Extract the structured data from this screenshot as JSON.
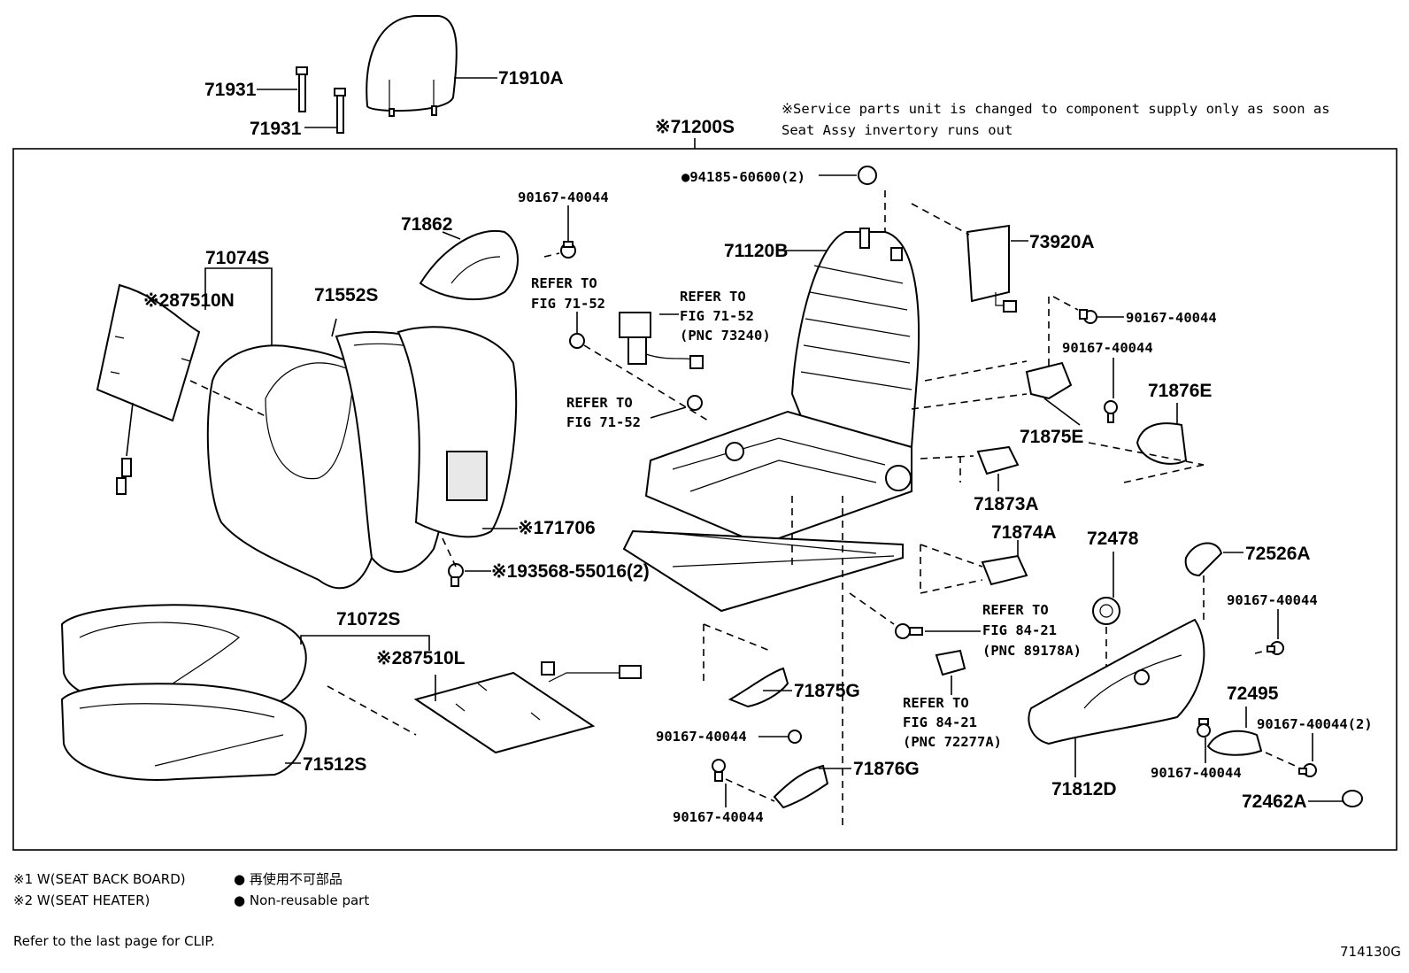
{
  "labels": {
    "p71931a": "71931",
    "p71931b": "71931",
    "p71910A": "71910A",
    "p71200S": "※71200S",
    "service_note_1": "※Service parts unit is changed to component supply only as soon as",
    "service_note_2": "Seat Assy invertory runs out",
    "p94185": "●94185-60600(2)",
    "p90167_a": "90167-40044",
    "p71862": "71862",
    "p71074S": "71074S",
    "p87510N": "※287510N",
    "p71552S": "71552S",
    "refer_7152_a_1": "REFER TO",
    "refer_7152_a_2": "FIG 71-52",
    "refer_73240_1": "REFER TO",
    "refer_73240_2": "FIG 71-52",
    "refer_73240_3": "(PNC 73240)",
    "refer_7152_b_1": "REFER TO",
    "refer_7152_b_2": "FIG 71-52",
    "p71120B": "71120B",
    "p73920A": "73920A",
    "p90167_b": "90167-40044",
    "p90167_c": "90167-40044",
    "p71876E": "71876E",
    "p71875E": "71875E",
    "p71873A": "71873A",
    "p71874A": "71874A",
    "p71706": "※171706",
    "p93568": "※193568-55016(2)",
    "p71072S": "71072S",
    "p87510L": "※287510L",
    "p72478": "72478",
    "p72526A": "72526A",
    "p90167_d": "90167-40044",
    "refer_89178_1": "REFER TO",
    "refer_89178_2": "FIG 84-21",
    "refer_89178_3": "(PNC 89178A)",
    "p71875G": "71875G",
    "p90167_e": "90167-40044",
    "refer_72277_1": "REFER TO",
    "refer_72277_2": "FIG 84-21",
    "refer_72277_3": "(PNC 72277A)",
    "p72495": "72495",
    "p90167_f": "90167-40044(2)",
    "p71512S": "71512S",
    "p71876G": "71876G",
    "p90167_g": "90167-40044",
    "p71812D": "71812D",
    "p90167_h": "90167-40044",
    "p72462A": "72462A"
  },
  "footer": {
    "note1": "※1 W(SEAT BACK BOARD)",
    "note2": "※2 W(SEAT HEATER)",
    "bullet_jp": "● 再使用不可部品",
    "bullet_en": "● Non-reusable part",
    "clip_note": "Refer to the last page for CLIP.",
    "figure_id": "714130G"
  }
}
